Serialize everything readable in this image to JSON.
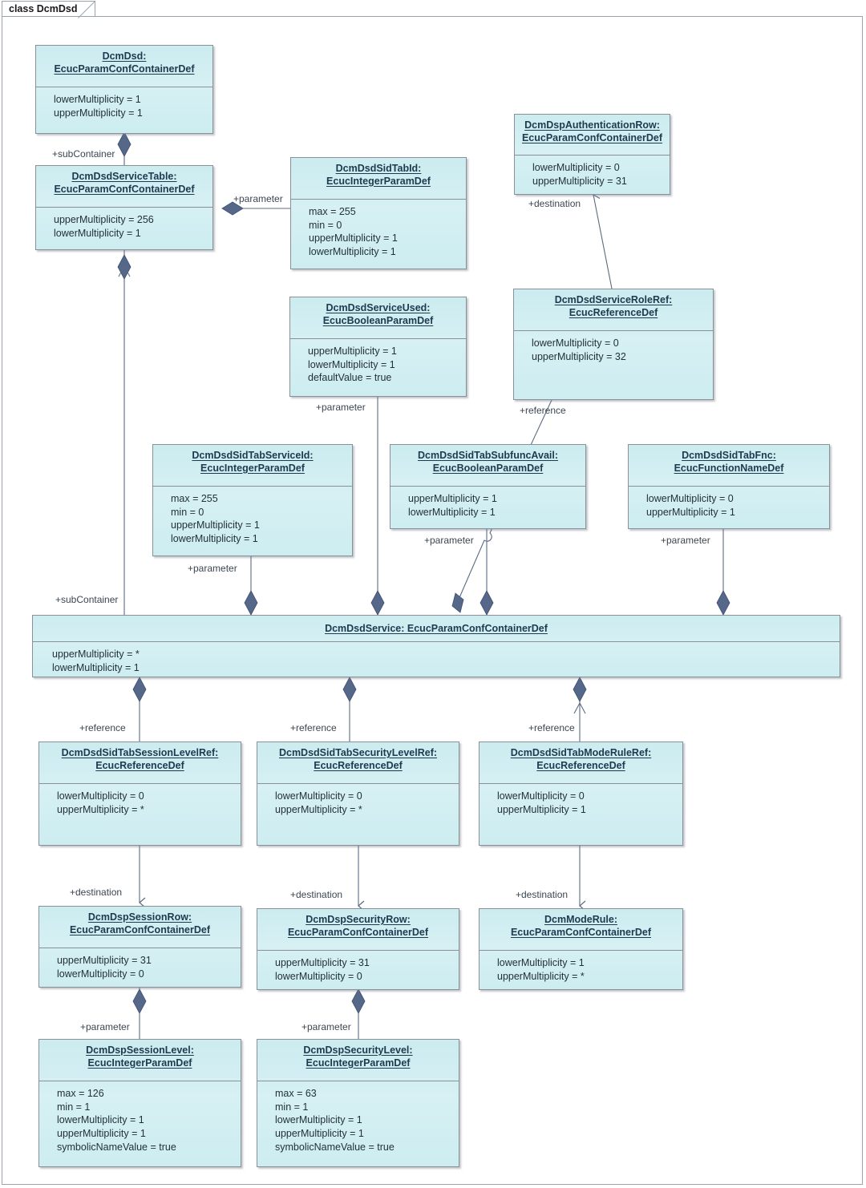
{
  "diagram": {
    "title": "class DcmDsd",
    "type": "uml-class-diagram",
    "colors": {
      "box_fill": "#d2eef2",
      "box_border": "#8a9099",
      "title_text": "#1c3a50",
      "body_text": "#23303a",
      "connector": "#5a6b82",
      "diamond": "#55688a",
      "frame": "#9aa3ab"
    }
  },
  "classes": [
    {
      "id": "DcmDsd",
      "name": "DcmDsd:",
      "stereotype": "EcucParamConfContainerDef",
      "attributes": [
        "lowerMultiplicity = 1",
        "upperMultiplicity = 1"
      ]
    },
    {
      "id": "DcmDsdServiceTable",
      "name": "DcmDsdServiceTable:",
      "stereotype": "EcucParamConfContainerDef",
      "attributes": [
        "upperMultiplicity = 256",
        "lowerMultiplicity = 1"
      ]
    },
    {
      "id": "DcmDsdSidTabId",
      "name": "DcmDsdSidTabId:",
      "stereotype": "EcucIntegerParamDef",
      "attributes": [
        "max = 255",
        "min = 0",
        "upperMultiplicity = 1",
        "lowerMultiplicity = 1"
      ]
    },
    {
      "id": "DcmDspAuthenticationRow",
      "name": "DcmDspAuthenticationRow:",
      "stereotype": "EcucParamConfContainerDef",
      "attributes": [
        "lowerMultiplicity = 0",
        "upperMultiplicity = 31"
      ]
    },
    {
      "id": "DcmDsdServiceUsed",
      "name": "DcmDsdServiceUsed:",
      "stereotype": "EcucBooleanParamDef",
      "attributes": [
        "upperMultiplicity = 1",
        "lowerMultiplicity = 1",
        "defaultValue = true"
      ]
    },
    {
      "id": "DcmDsdServiceRoleRef",
      "name": "DcmDsdServiceRoleRef:",
      "stereotype": "EcucReferenceDef",
      "attributes": [
        "lowerMultiplicity = 0",
        "upperMultiplicity = 32"
      ]
    },
    {
      "id": "DcmDsdSidTabServiceId",
      "name": "DcmDsdSidTabServiceId:",
      "stereotype": "EcucIntegerParamDef",
      "attributes": [
        "max = 255",
        "min = 0",
        "upperMultiplicity = 1",
        "lowerMultiplicity = 1"
      ]
    },
    {
      "id": "DcmDsdSidTabSubfuncAvail",
      "name": "DcmDsdSidTabSubfuncAvail:",
      "stereotype": "EcucBooleanParamDef",
      "attributes": [
        "upperMultiplicity = 1",
        "lowerMultiplicity = 1"
      ]
    },
    {
      "id": "DcmDsdSidTabFnc",
      "name": "DcmDsdSidTabFnc:",
      "stereotype": "EcucFunctionNameDef",
      "attributes": [
        "lowerMultiplicity = 0",
        "upperMultiplicity = 1"
      ]
    },
    {
      "id": "DcmDsdService",
      "name": "DcmDsdService: EcucParamConfContainerDef",
      "stereotype": "",
      "attributes": [
        "upperMultiplicity = *",
        "lowerMultiplicity = 1"
      ]
    },
    {
      "id": "DcmDsdSidTabSessionLevelRef",
      "name": "DcmDsdSidTabSessionLevelRef:",
      "stereotype": "EcucReferenceDef",
      "attributes": [
        "lowerMultiplicity = 0",
        "upperMultiplicity = *"
      ]
    },
    {
      "id": "DcmDsdSidTabSecurityLevelRef",
      "name": "DcmDsdSidTabSecurityLevelRef:",
      "stereotype": "EcucReferenceDef",
      "attributes": [
        "lowerMultiplicity = 0",
        "upperMultiplicity = *"
      ]
    },
    {
      "id": "DcmDsdSidTabModeRuleRef",
      "name": "DcmDsdSidTabModeRuleRef:",
      "stereotype": "EcucReferenceDef",
      "attributes": [
        "lowerMultiplicity = 0",
        "upperMultiplicity = 1"
      ]
    },
    {
      "id": "DcmDspSessionRow",
      "name": "DcmDspSessionRow:",
      "stereotype": "EcucParamConfContainerDef",
      "attributes": [
        "upperMultiplicity = 31",
        "lowerMultiplicity = 0"
      ]
    },
    {
      "id": "DcmDspSecurityRow",
      "name": "DcmDspSecurityRow:",
      "stereotype": "EcucParamConfContainerDef",
      "attributes": [
        "upperMultiplicity = 31",
        "lowerMultiplicity = 0"
      ]
    },
    {
      "id": "DcmModeRule",
      "name": "DcmModeRule:",
      "stereotype": "EcucParamConfContainerDef",
      "attributes": [
        "lowerMultiplicity = 1",
        "upperMultiplicity = *"
      ]
    },
    {
      "id": "DcmDspSessionLevel",
      "name": "DcmDspSessionLevel:",
      "stereotype": "EcucIntegerParamDef",
      "attributes": [
        "max = 126",
        "min = 1",
        "lowerMultiplicity = 1",
        "upperMultiplicity = 1",
        "symbolicNameValue = true"
      ]
    },
    {
      "id": "DcmDspSecurityLevel",
      "name": "DcmDspSecurityLevel:",
      "stereotype": "EcucIntegerParamDef",
      "attributes": [
        "max = 63",
        "min = 1",
        "lowerMultiplicity = 1",
        "upperMultiplicity = 1",
        "symbolicNameValue = true"
      ]
    }
  ],
  "relations": [
    {
      "id": "r1",
      "label": "+subContainer",
      "from": "DcmDsd",
      "to": "DcmDsdServiceTable"
    },
    {
      "id": "r2",
      "label": "+parameter",
      "from": "DcmDsdSidTabId",
      "to": "DcmDsdServiceTable"
    },
    {
      "id": "r3",
      "label": "+subContainer",
      "from": "DcmDsdServiceTable",
      "to": "DcmDsdService"
    },
    {
      "id": "r4",
      "label": "+parameter",
      "from": "DcmDsdSidTabServiceId",
      "to": "DcmDsdService"
    },
    {
      "id": "r5",
      "label": "+parameter",
      "from": "DcmDsdServiceUsed",
      "to": "DcmDsdService"
    },
    {
      "id": "r6",
      "label": "+parameter",
      "from": "DcmDsdSidTabSubfuncAvail",
      "to": "DcmDsdService"
    },
    {
      "id": "r7",
      "label": "+parameter",
      "from": "DcmDsdSidTabFnc",
      "to": "DcmDsdService"
    },
    {
      "id": "r8",
      "label": "+reference",
      "from": "DcmDsdServiceRoleRef",
      "to": "DcmDsdService"
    },
    {
      "id": "r9",
      "label": "+destination",
      "from": "DcmDsdServiceRoleRef",
      "to": "DcmDspAuthenticationRow"
    },
    {
      "id": "r10",
      "label": "+reference",
      "from": "DcmDsdService",
      "to": "DcmDsdSidTabSessionLevelRef"
    },
    {
      "id": "r11",
      "label": "+reference",
      "from": "DcmDsdService",
      "to": "DcmDsdSidTabSecurityLevelRef"
    },
    {
      "id": "r12",
      "label": "+reference",
      "from": "DcmDsdService",
      "to": "DcmDsdSidTabModeRuleRef"
    },
    {
      "id": "r13",
      "label": "+destination",
      "from": "DcmDsdSidTabSessionLevelRef",
      "to": "DcmDspSessionRow"
    },
    {
      "id": "r14",
      "label": "+destination",
      "from": "DcmDsdSidTabSecurityLevelRef",
      "to": "DcmDspSecurityRow"
    },
    {
      "id": "r15",
      "label": "+destination",
      "from": "DcmDsdSidTabModeRuleRef",
      "to": "DcmModeRule"
    },
    {
      "id": "r16",
      "label": "+parameter",
      "from": "DcmDspSessionLevel",
      "to": "DcmDspSessionRow"
    },
    {
      "id": "r17",
      "label": "+parameter",
      "from": "DcmDspSecurityLevel",
      "to": "DcmDspSecurityRow"
    }
  ],
  "labels": {
    "subContainer_dcmdsd": "+subContainer",
    "parameter_sidtabid": "+parameter",
    "destination_auth": "+destination",
    "parameter_serviceused": "+parameter",
    "reference_rolerf": "+reference",
    "parameter_serviceid": "+parameter",
    "parameter_subfunc": "+parameter",
    "parameter_sidtabfnc": "+parameter",
    "subContainer_servicetable": "+subContainer",
    "reference_session": "+reference",
    "reference_security": "+reference",
    "reference_moderule": "+reference",
    "destination_sessionrow": "+destination",
    "destination_securityrow": "+destination",
    "destination_moderule": "+destination",
    "parameter_sessionlevel": "+parameter",
    "parameter_securitylevel": "+parameter"
  }
}
